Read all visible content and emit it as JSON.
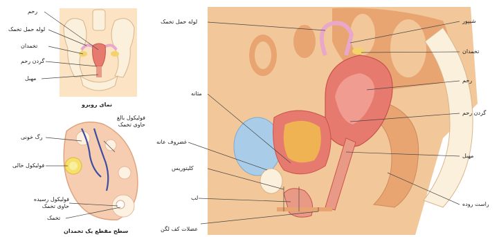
{
  "front_view": {
    "caption": "نمای روبرو",
    "labels": {
      "uterus": "رحم",
      "fallopian_tube": "لوله حمل تخمک",
      "ovary": "تخمدان",
      "cervix": "گردن رحم",
      "vagina": "مهبل"
    }
  },
  "ovary_section": {
    "caption": "سطح مقطع یک تخمدان",
    "labels": {
      "blood_vessel": "رگ خونی",
      "empty_follicle": "فولیکول خالی",
      "mature_follicle_with_egg": "فولیکول بالغ حاوی تخمک",
      "ripe_follicle_with_egg": "فولیکول رسیده حاوی تخمک",
      "egg": "تخمک"
    }
  },
  "side_view": {
    "labels": {
      "fallopian_tube": "لوله حمل تخمک",
      "fimbriae": "شیپور",
      "ovary": "تخمدان",
      "uterus": "رحم",
      "cervix": "گردن رحم",
      "vagina": "مهبل",
      "rectum": "راست روده",
      "bladder": "مثانه",
      "pubic_bone": "غضروف عانه",
      "clitoris": "کلیتوریس",
      "labia": "لب",
      "pelvic_floor_muscles": "عضلات کف لگن"
    }
  },
  "colors": {
    "tissue": "#f2c79a",
    "tissue_dark": "#e8a572",
    "uterus": "#e77a6e",
    "uterus_dark": "#c9524a",
    "bladder": "#a9cde9",
    "bone": "#faf0dc",
    "bg_panel": "#fbe3c4",
    "tube": "#e9a7c9",
    "leader": "#444444"
  }
}
